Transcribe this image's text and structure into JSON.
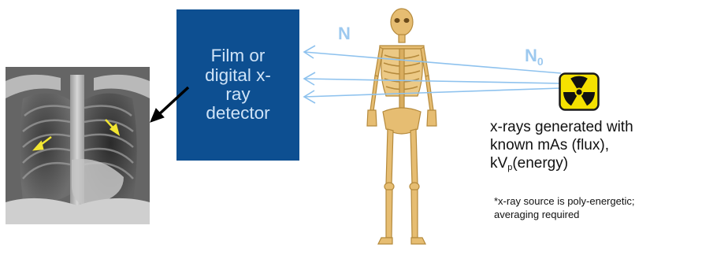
{
  "detector": {
    "label": "Film or\ndigital x-\nray\ndetector"
  },
  "beam_labels": {
    "n": "N",
    "n0_main": "N",
    "n0_sub": "0"
  },
  "source": {
    "caption_line1": "x-rays generated with",
    "caption_line2": "known mAs (flux),",
    "caption_line3_main": "kV",
    "caption_line3_sub": "p",
    "caption_line3_rest": "(energy)",
    "note_line1": "*x-ray source is poly-energetic;",
    "note_line2": "averaging required"
  },
  "icons": {
    "radiation": "radiation-trefoil",
    "xray_image": "chest-xray",
    "body": "human-skeleton"
  },
  "colors": {
    "detector_fill": "#0d4f91",
    "detector_text": "#cfe3f7",
    "beam": "#8ec2ee",
    "label": "#9dc9ef",
    "source_icon": "#f5e100",
    "finding_arrow": "#f2e632"
  }
}
